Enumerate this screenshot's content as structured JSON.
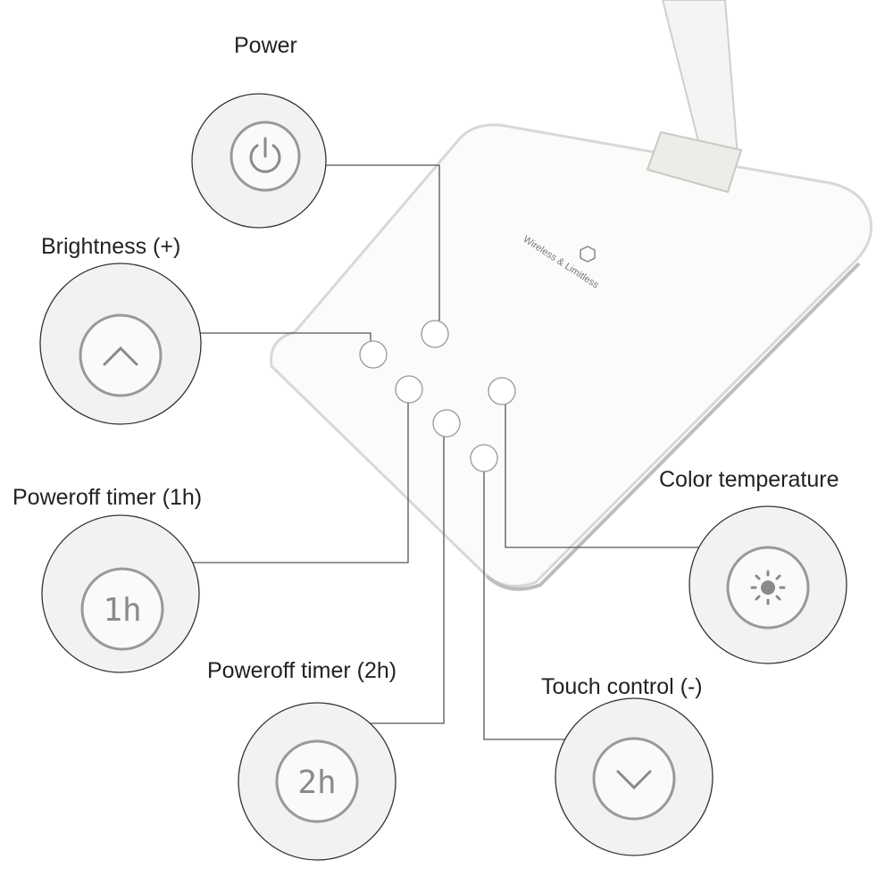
{
  "labels": {
    "power": "Power",
    "brightness_plus": "Brightness (+)",
    "poweroff_1h": "Poweroff timer (1h)",
    "poweroff_2h": "Poweroff timer (2h)",
    "color_temperature": "Color temperature",
    "touch_minus": "Touch control (-)"
  },
  "lamp": {
    "brand_text": "Wireless & Limitless",
    "button_glyphs": {
      "one_hour": "1h",
      "two_hour": "2h"
    }
  },
  "colors": {
    "line": "#555555",
    "circle_fill": "#f2f2f0",
    "icon": "#8a8a8a"
  }
}
